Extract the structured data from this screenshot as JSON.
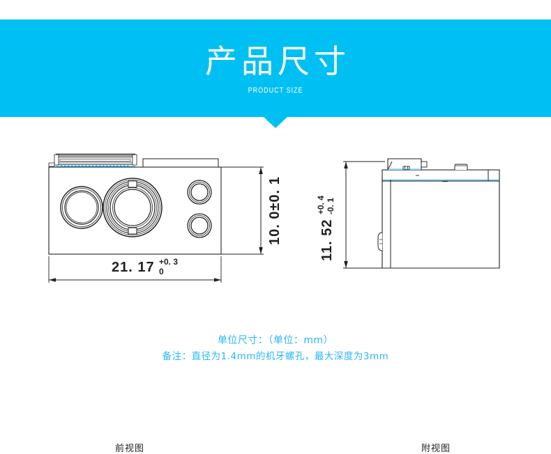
{
  "banner": {
    "title": "产品尺寸",
    "subtitle": "PRODUCT SIZE",
    "bg_color": "#00c0f3",
    "text_color": "#ffffff"
  },
  "drawing": {
    "line_color": "#231f20",
    "accent_color": "#29b6f6",
    "front_view": {
      "caption": "前视图",
      "width_dimension": {
        "value": "21. 17",
        "upper_tolerance": "+0. 3",
        "lower_tolerance": "0"
      },
      "height_dimension": {
        "value": "10. 0±0. 1"
      }
    },
    "side_view": {
      "caption": "附视图",
      "height_dimension": {
        "value": "11. 52",
        "upper_tolerance": "+0. 4",
        "lower_tolerance": "-0. 1"
      }
    }
  },
  "notes": {
    "line1": "单位尺寸：（单位：mm）",
    "line2": "备注：直径为1.4mm的机牙螺孔，最大深度为3mm",
    "color": "#29b6f6"
  }
}
